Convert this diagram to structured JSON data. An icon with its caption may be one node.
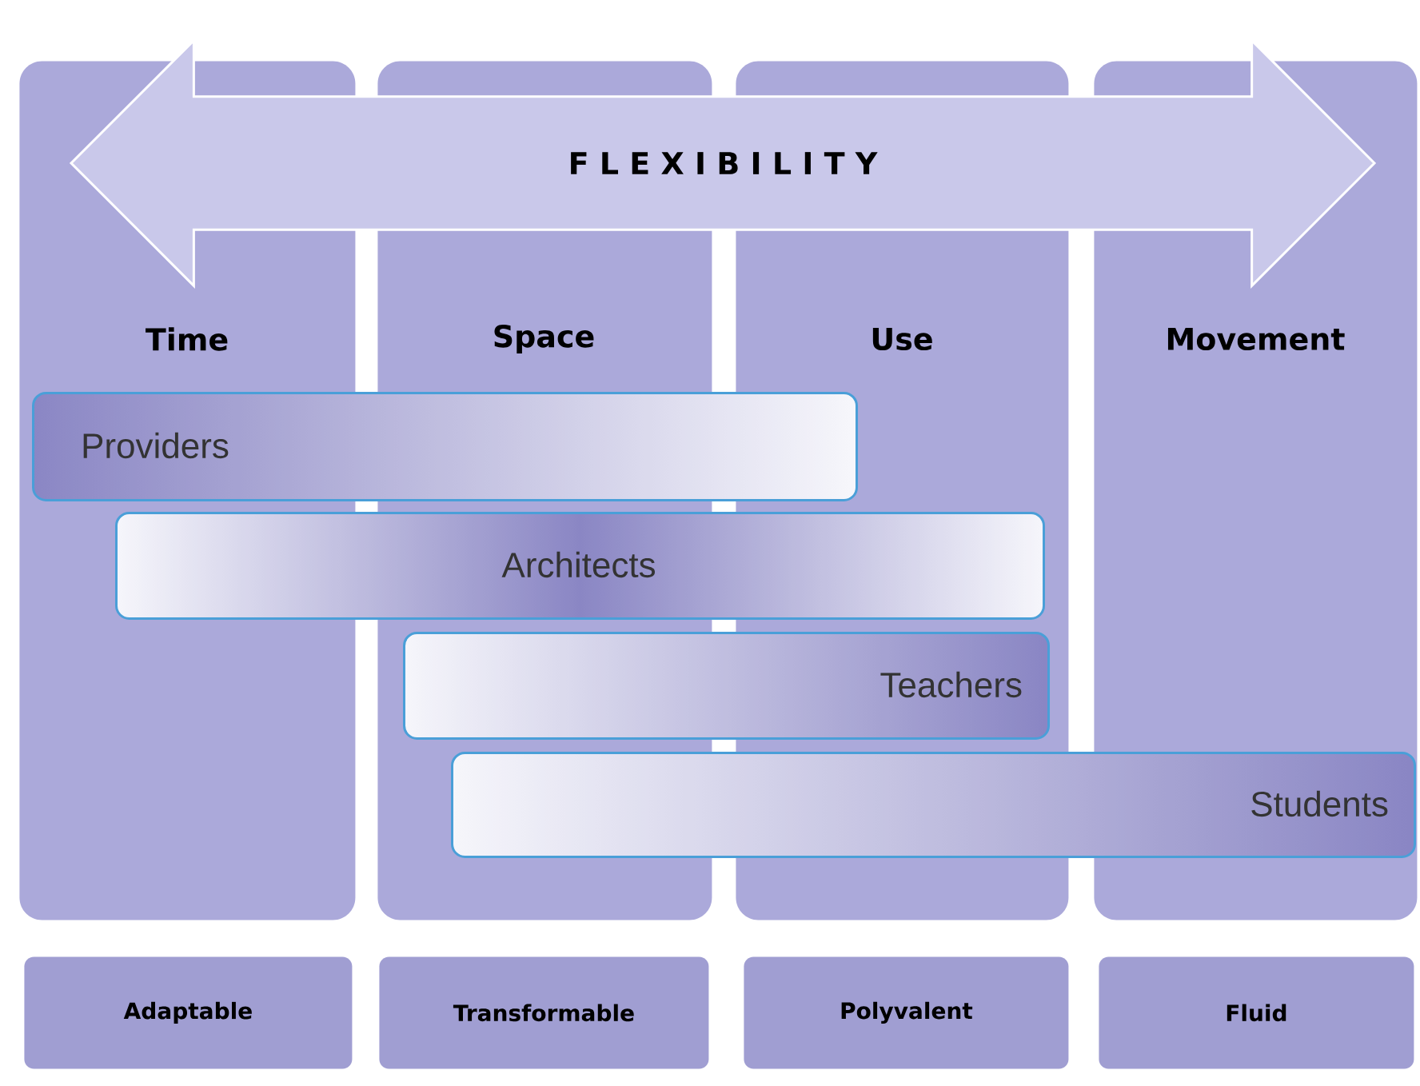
{
  "diagram": {
    "nodes": [
      {
        "text": [
          "F L E X I B I L I T Y"
        ]
      },
      {
        "text": [
          "Time"
        ]
      },
      {
        "text": [
          "Space"
        ]
      },
      {
        "text": [
          "Use"
        ]
      },
      {
        "text": [
          "Movement"
        ]
      },
      {
        "text": [
          "Providers"
        ]
      },
      {
        "text": [
          "Architects"
        ]
      },
      {
        "text": [
          "Teachers"
        ]
      },
      {
        "text": [
          "Students"
        ]
      },
      {
        "text": [
          "Adaptable"
        ]
      },
      {
        "text": [
          "Transformable"
        ]
      },
      {
        "text": [
          "Polyvalent"
        ]
      },
      {
        "text": [
          "Fluid"
        ]
      }
    ]
  }
}
